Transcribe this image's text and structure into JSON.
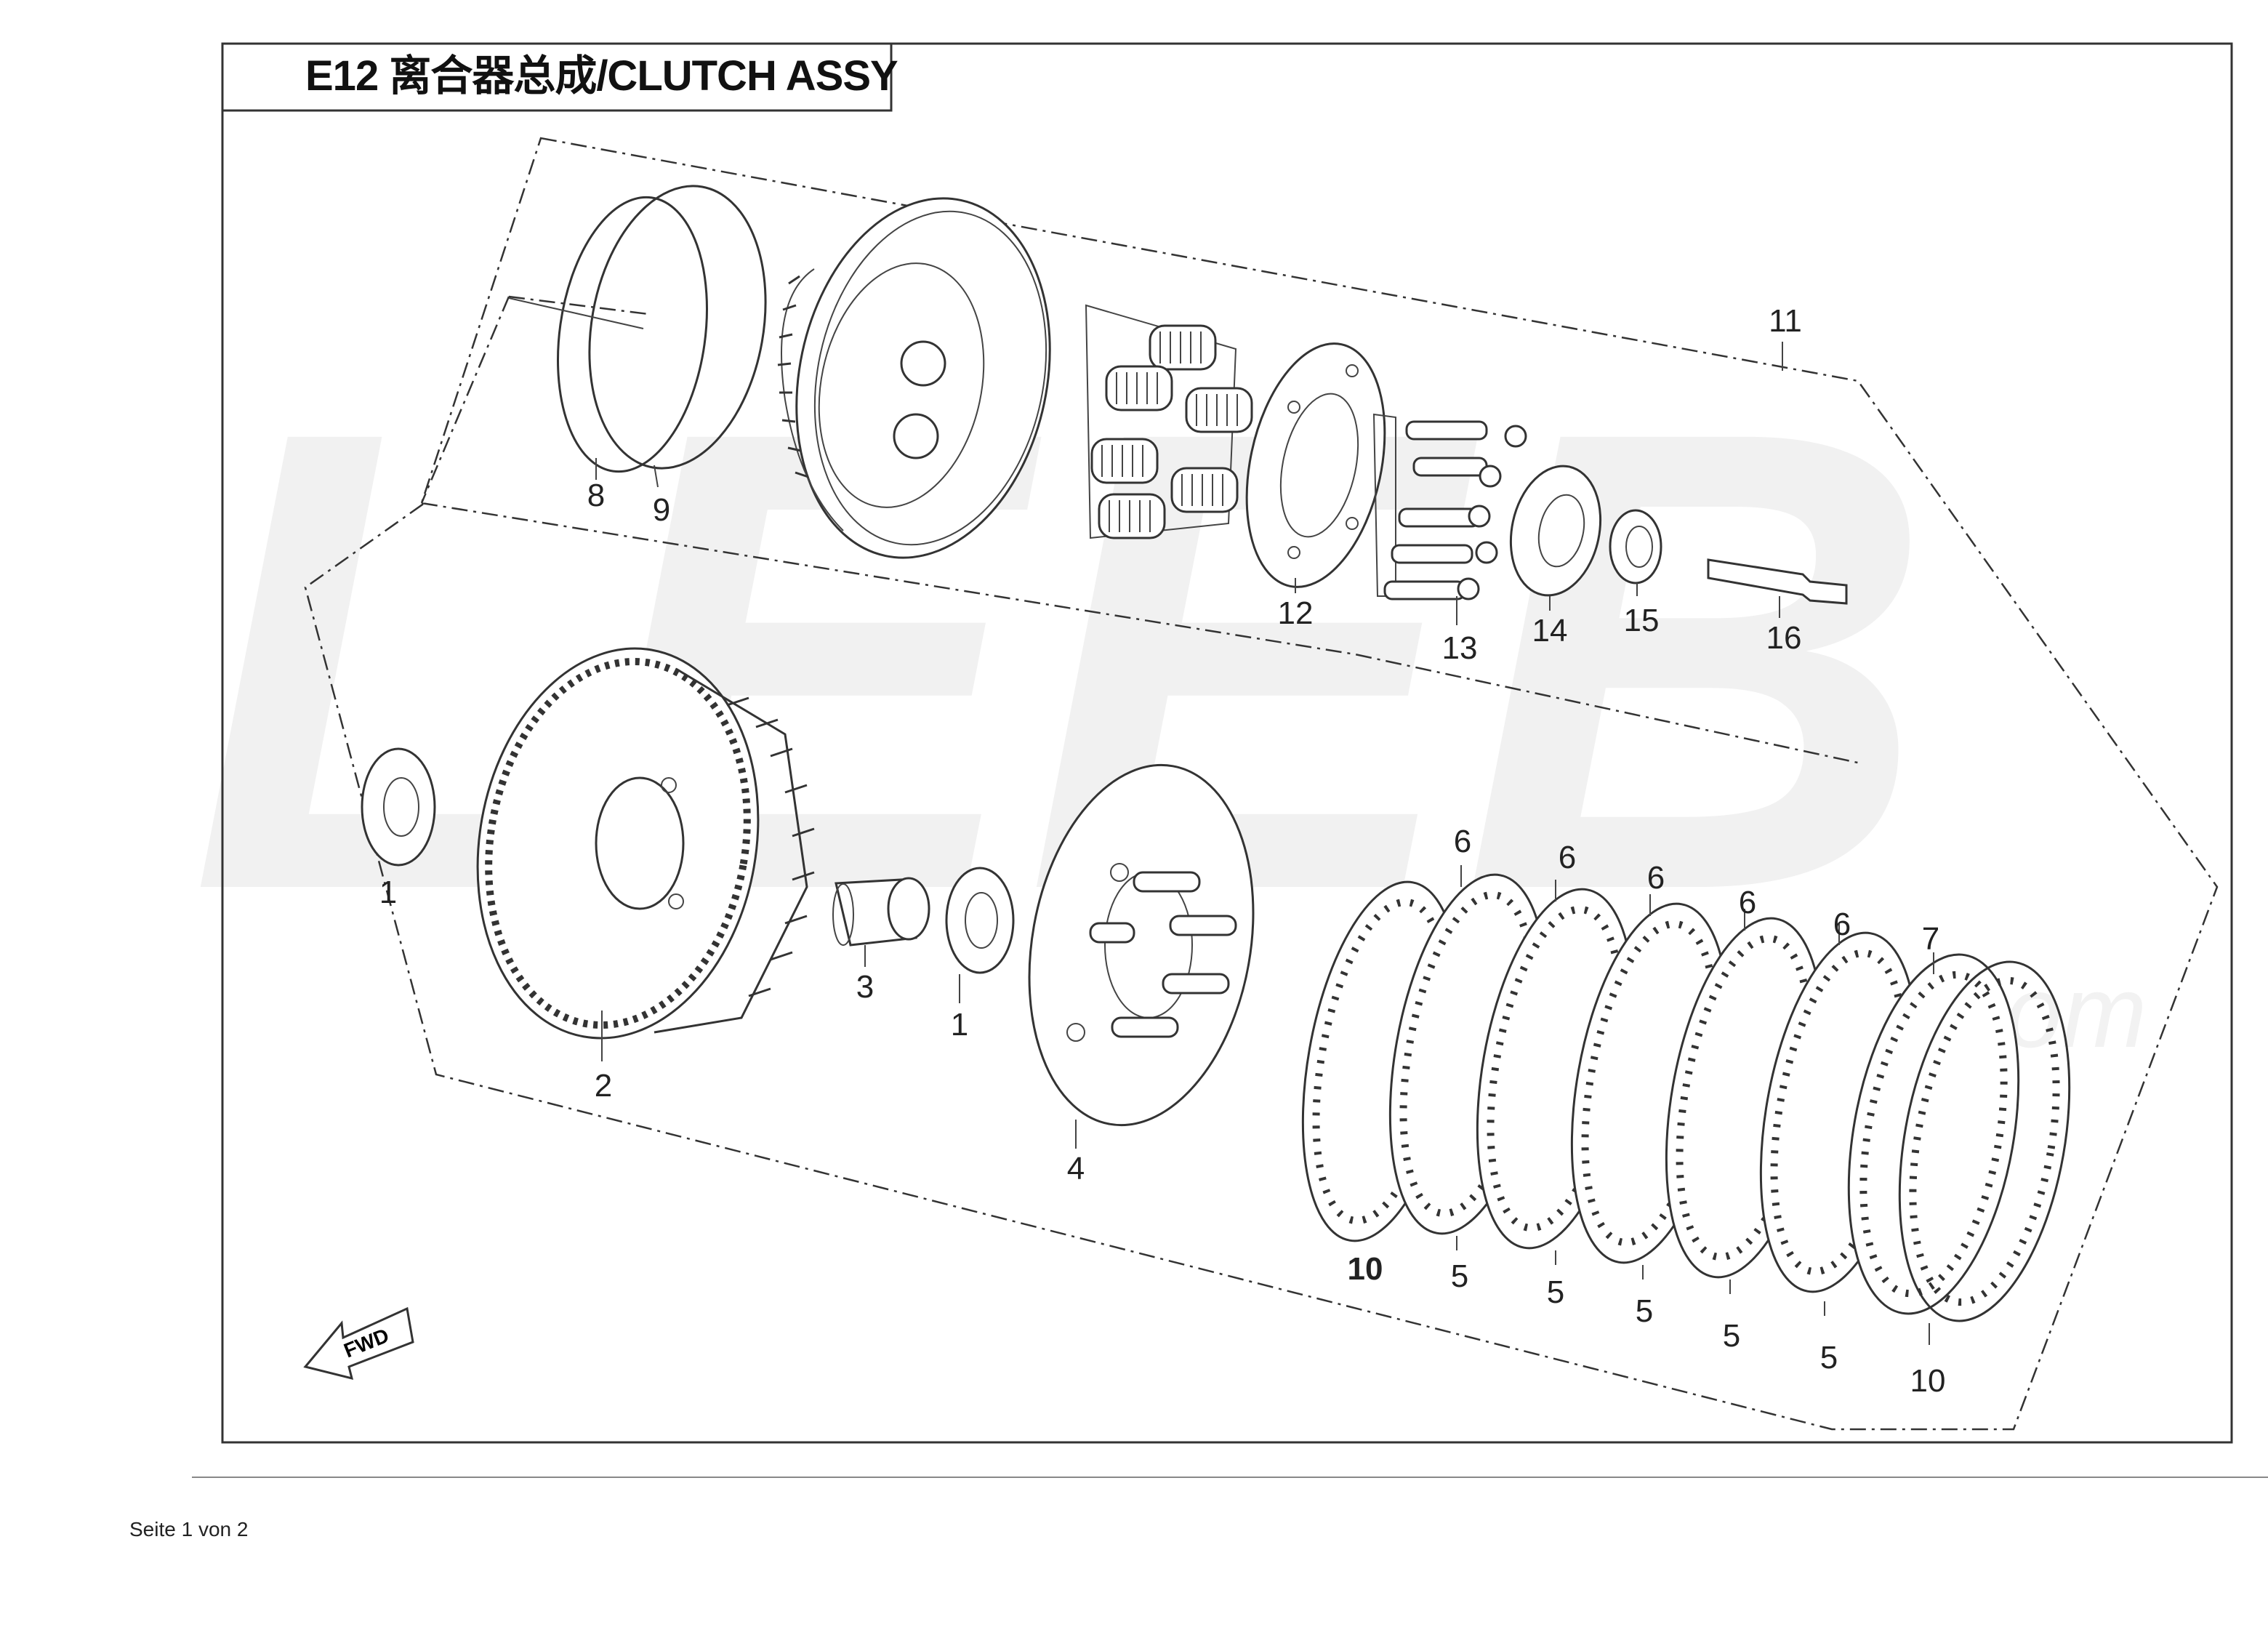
{
  "title": "E12  离合器总成/CLUTCH ASSY",
  "watermark": "LEEB",
  "watermark_url": ".com",
  "direction_arrow": "FWD",
  "callouts": {
    "c1a": "1",
    "c1b": "1",
    "c2": "2",
    "c3": "3",
    "c4": "4",
    "c5a": "5",
    "c5b": "5",
    "c5c": "5",
    "c5d": "5",
    "c5e": "5",
    "c6a": "6",
    "c6b": "6",
    "c6c": "6",
    "c6d": "6",
    "c6e": "6",
    "c7": "7",
    "c8": "8",
    "c9": "9",
    "c10a": "10",
    "c10b": "10",
    "c11": "11",
    "c12": "12",
    "c13": "13",
    "c14": "14",
    "c15": "15",
    "c16": "16"
  },
  "footer": "Seite 1 von 2",
  "colors": {
    "line": "#333333",
    "watermark": "#f1f1f1",
    "background": "#ffffff"
  }
}
